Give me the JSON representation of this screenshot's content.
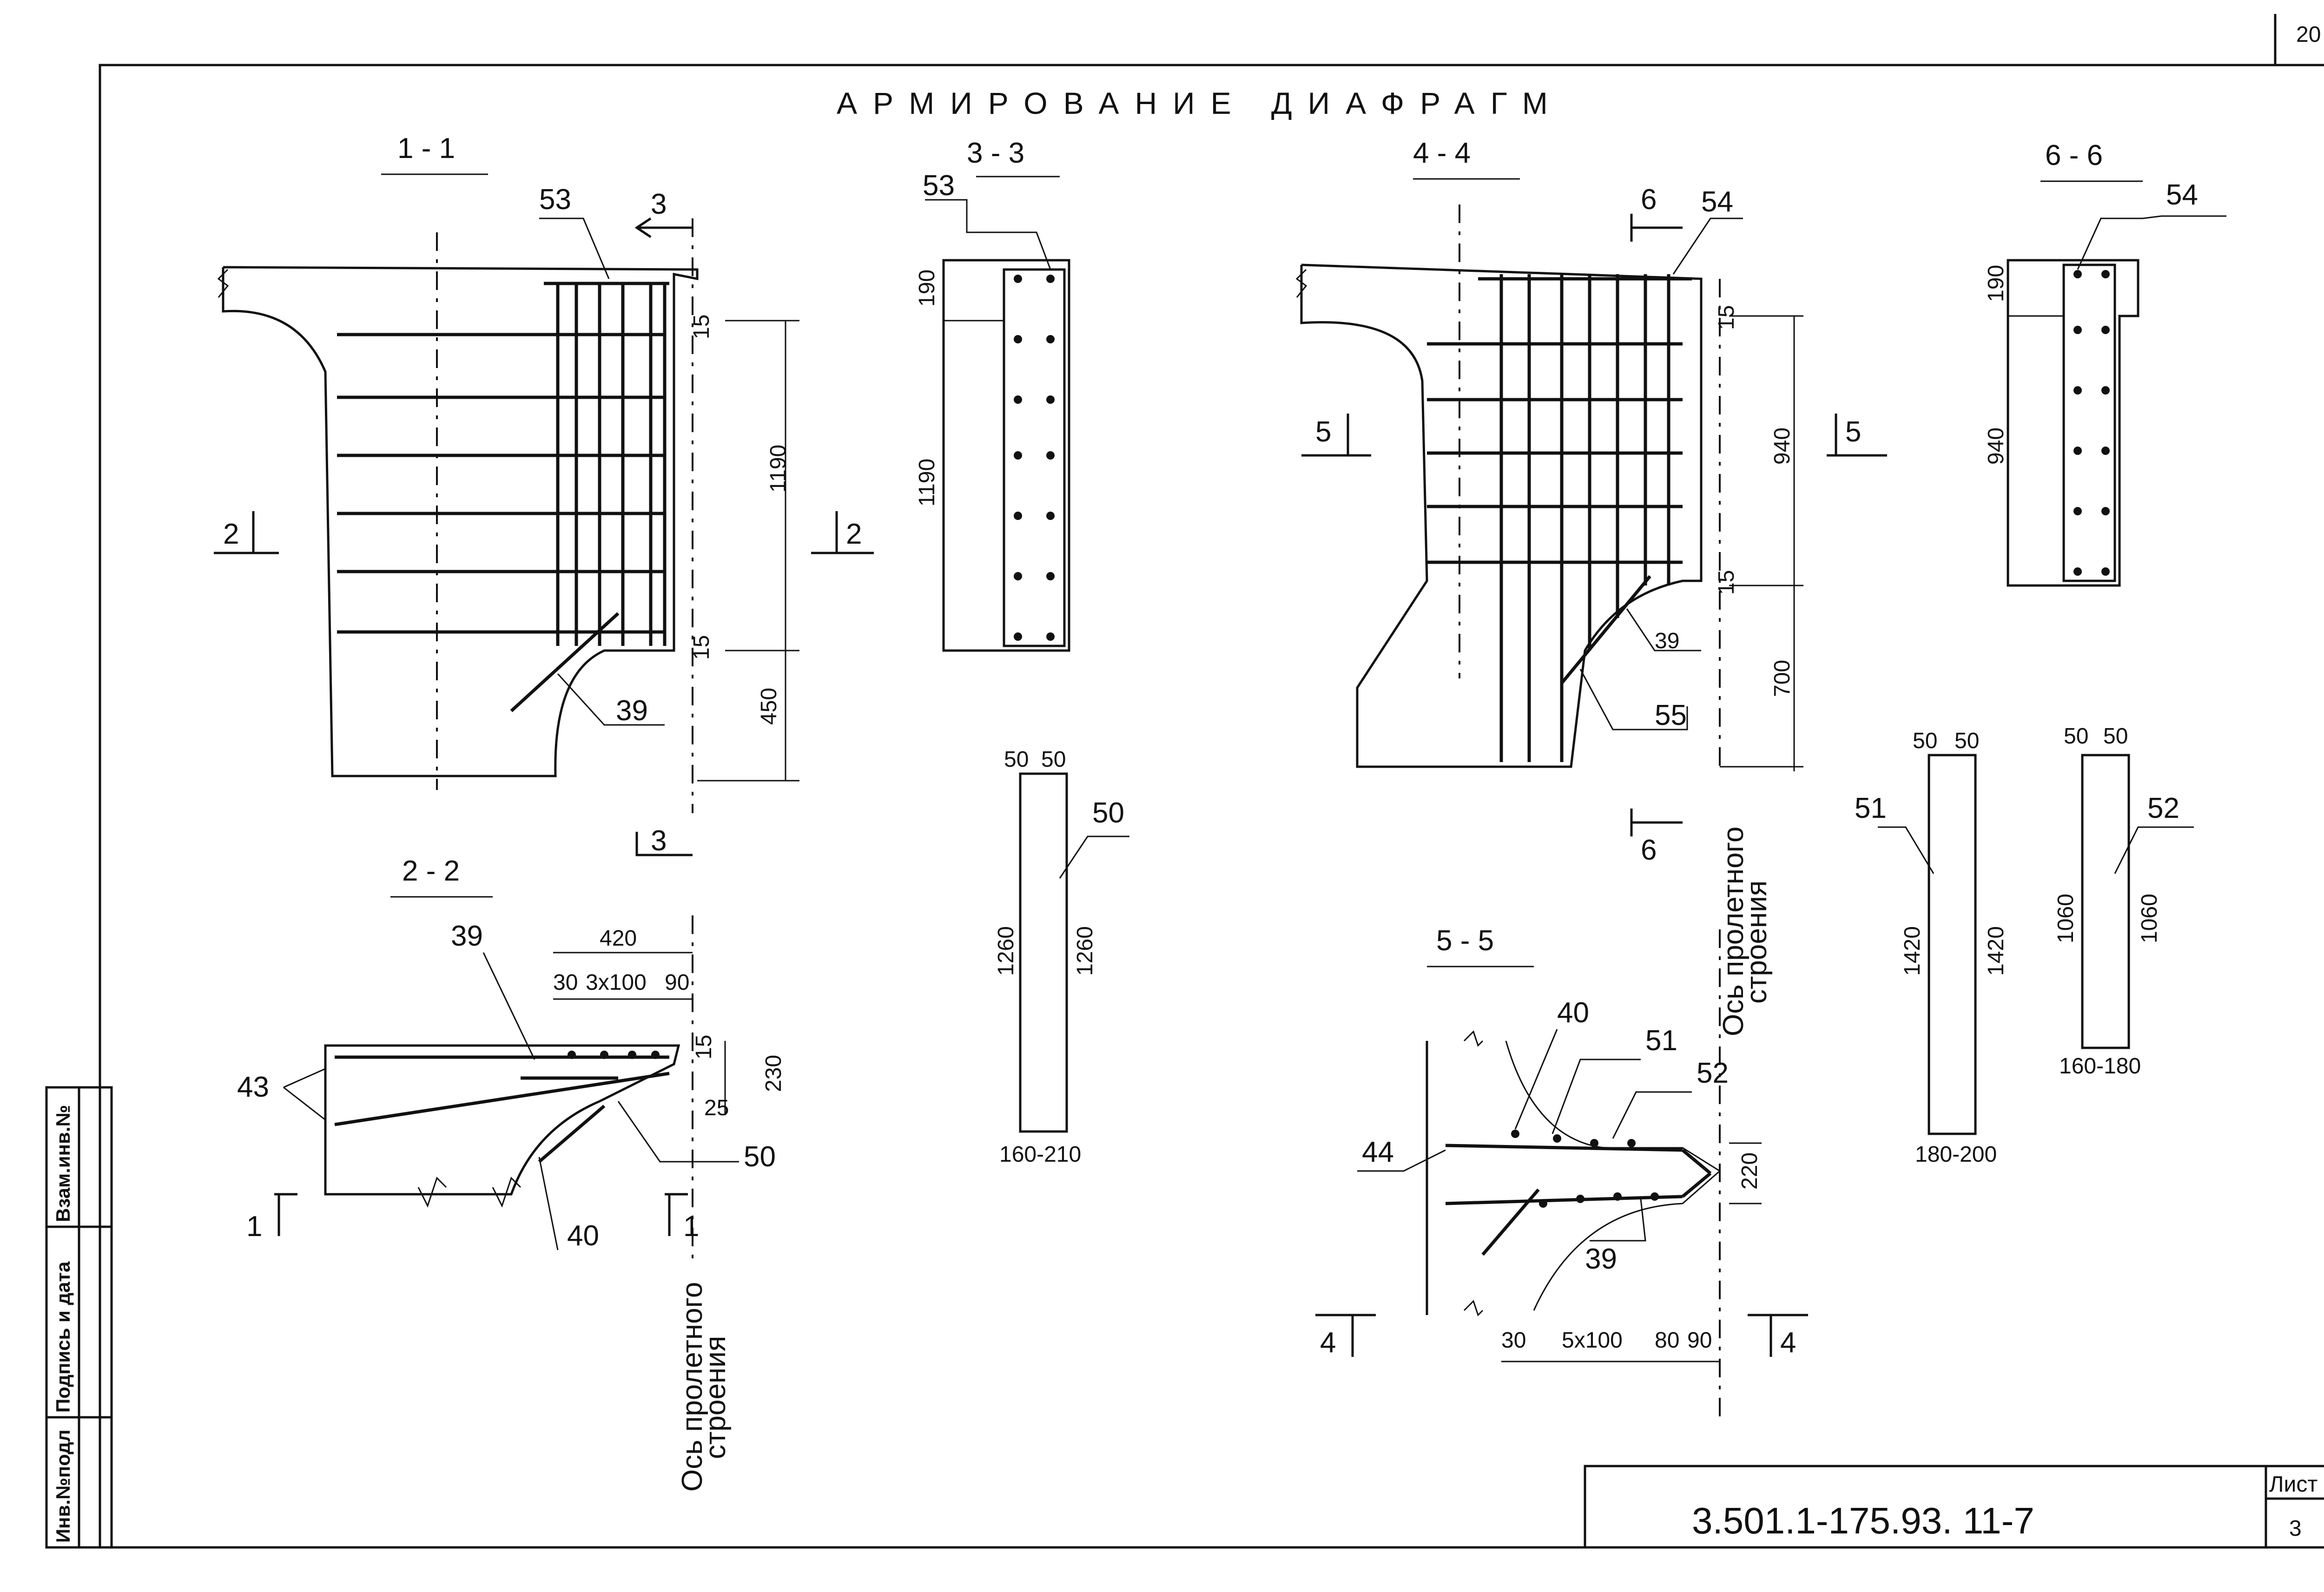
{
  "sheet_number_top": "20",
  "title": "АРМИРОВАНИЕ ДИАФРАГМ",
  "sections": {
    "s11": "1 - 1",
    "s22": "2 - 2",
    "s33": "3 - 3",
    "s44": "4 - 4",
    "s55": "5 - 5",
    "s66": "6 - 6"
  },
  "cut_marks": {
    "c2": "2",
    "c3": "3",
    "c5": "5",
    "c6": "6",
    "c1": "1",
    "c4": "4"
  },
  "positions": {
    "p53": "53",
    "p54": "54",
    "p39": "39",
    "p40": "40",
    "p43": "43",
    "p44": "44",
    "p50": "50",
    "p51": "51",
    "p52": "52",
    "p55": "55"
  },
  "dims": {
    "d15": "15",
    "d1190": "1190",
    "d450": "450",
    "d190": "190",
    "d940": "940",
    "d700": "700",
    "d420": "420",
    "d30": "30",
    "d3x100": "3x100",
    "d90": "90",
    "d230": "230",
    "d25": "25",
    "d220": "220",
    "d5x100": "5x100",
    "d80": "80",
    "d50": "50",
    "d1260": "1260",
    "d1420": "1420",
    "d1060": "1060",
    "d160_210": "160-210",
    "d180_200": "180-200",
    "d160_180": "160-180"
  },
  "axis_label_1": "Ось пролетного",
  "axis_label_2": "строения",
  "stamp": {
    "inv_podl": "Инв.№подл",
    "sign_date": "Подпись и дата",
    "vzam": "Взам.инв.№"
  },
  "title_block": {
    "code": "3.501.1-175.93.    11-7",
    "sheet_label": "Лист",
    "sheet_value": "3"
  }
}
